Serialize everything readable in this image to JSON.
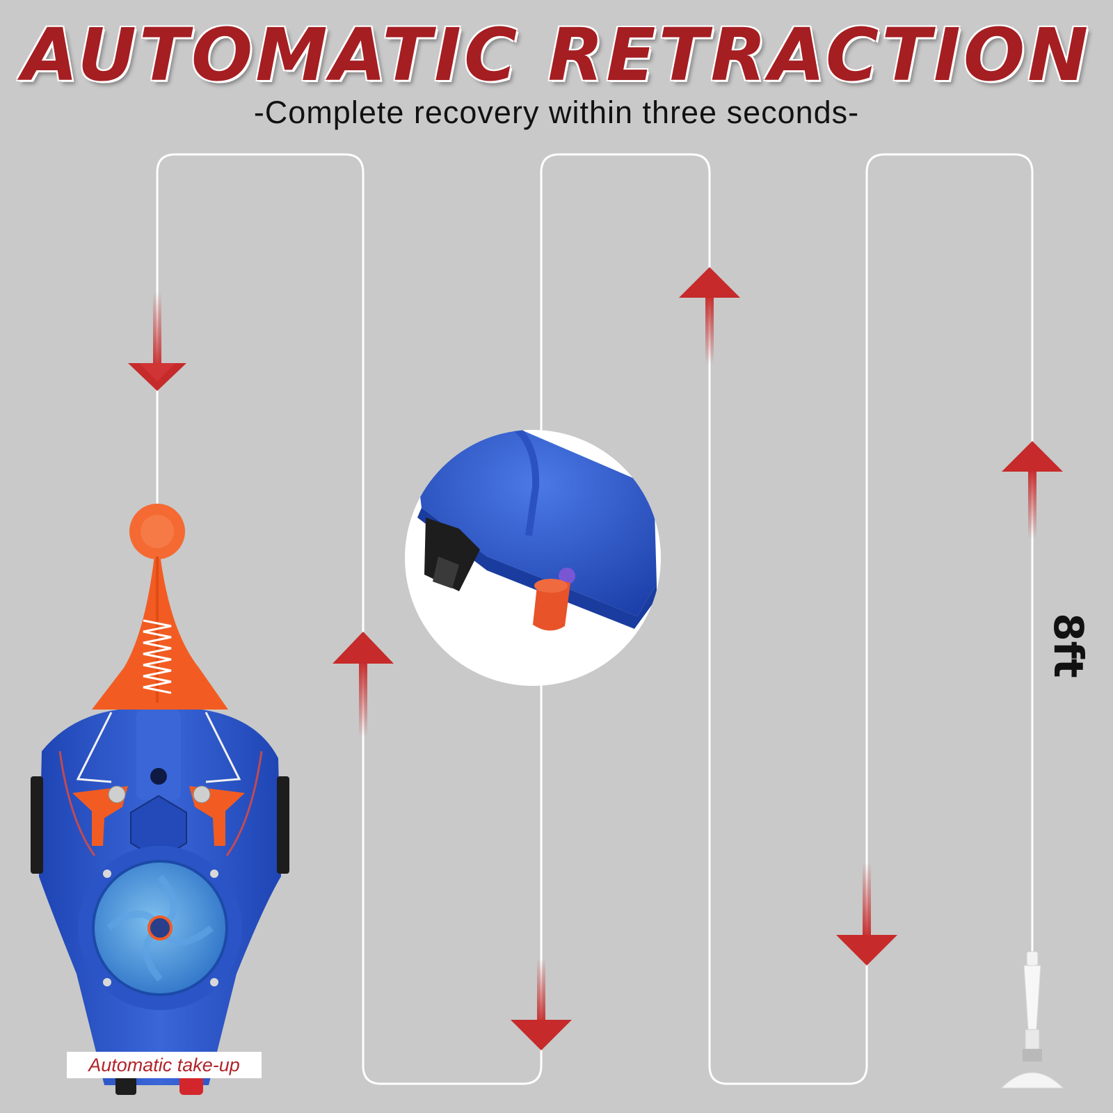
{
  "headline": "AUTOMATIC RETRACTION",
  "subheadline": "-Complete recovery within three seconds-",
  "line_length_label": "8ft",
  "reel_caption": "Automatic take-up",
  "colors": {
    "background": "#c9c9c9",
    "headline_red": "#a51e22",
    "arrow_red": "#c62a2a",
    "reel_blue": "#2b55c6",
    "reel_orange": "#f25c22",
    "line_white": "#ffffff"
  },
  "arrows": [
    {
      "direction": "down"
    },
    {
      "direction": "up"
    },
    {
      "direction": "down"
    },
    {
      "direction": "up"
    },
    {
      "direction": "down"
    },
    {
      "direction": "up"
    }
  ]
}
